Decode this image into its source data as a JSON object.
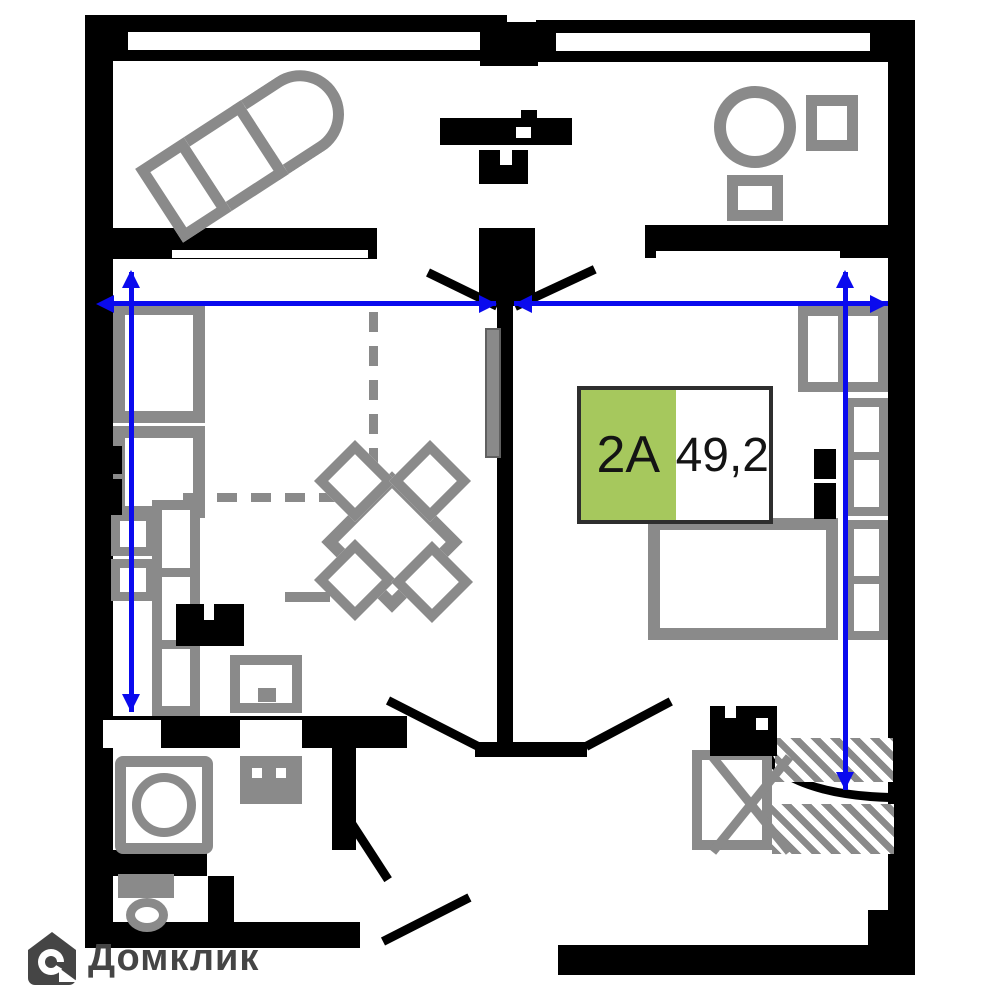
{
  "floor_plan": {
    "unit_card": {
      "unit_label": "2A",
      "area_value": "49,2"
    },
    "watermark": {
      "brand": "Домклик"
    }
  },
  "icons": {
    "watermark_icon": "house-icon",
    "dimension_markers": "blue-double-headed-arrows"
  },
  "colors": {
    "green": "#a6c85d",
    "blue": "#0a0aee",
    "gray": "#8a8a8a",
    "wall": "#000000",
    "logo": "#454545"
  }
}
